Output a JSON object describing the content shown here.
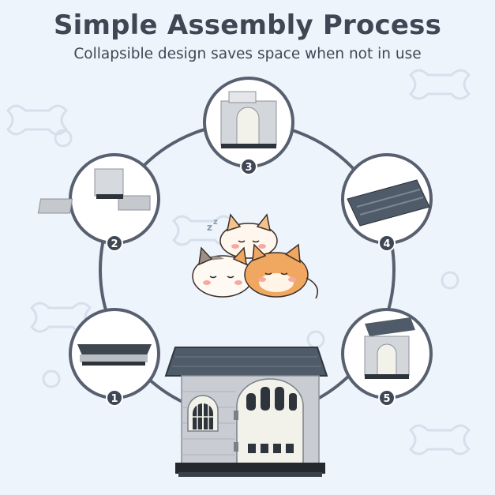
{
  "header": {
    "title": "Simple Assembly Process",
    "subtitle": "Collapsible design saves space when not in use"
  },
  "steps": [
    {
      "number": "1",
      "stage": "folded-flat"
    },
    {
      "number": "2",
      "stage": "unfold-panels"
    },
    {
      "number": "3",
      "stage": "raise-walls"
    },
    {
      "number": "4",
      "stage": "roof-panel"
    },
    {
      "number": "5",
      "stage": "attach-roof"
    }
  ],
  "colors": {
    "background": "#eef4fb",
    "ring": "#586070",
    "text": "#3f4755",
    "roof": "#4f5b68",
    "walls": "#c9cdd3",
    "door": "#f2f1ea",
    "cat_orange": "#f0a860",
    "cat_calico": "#9b8f86"
  }
}
